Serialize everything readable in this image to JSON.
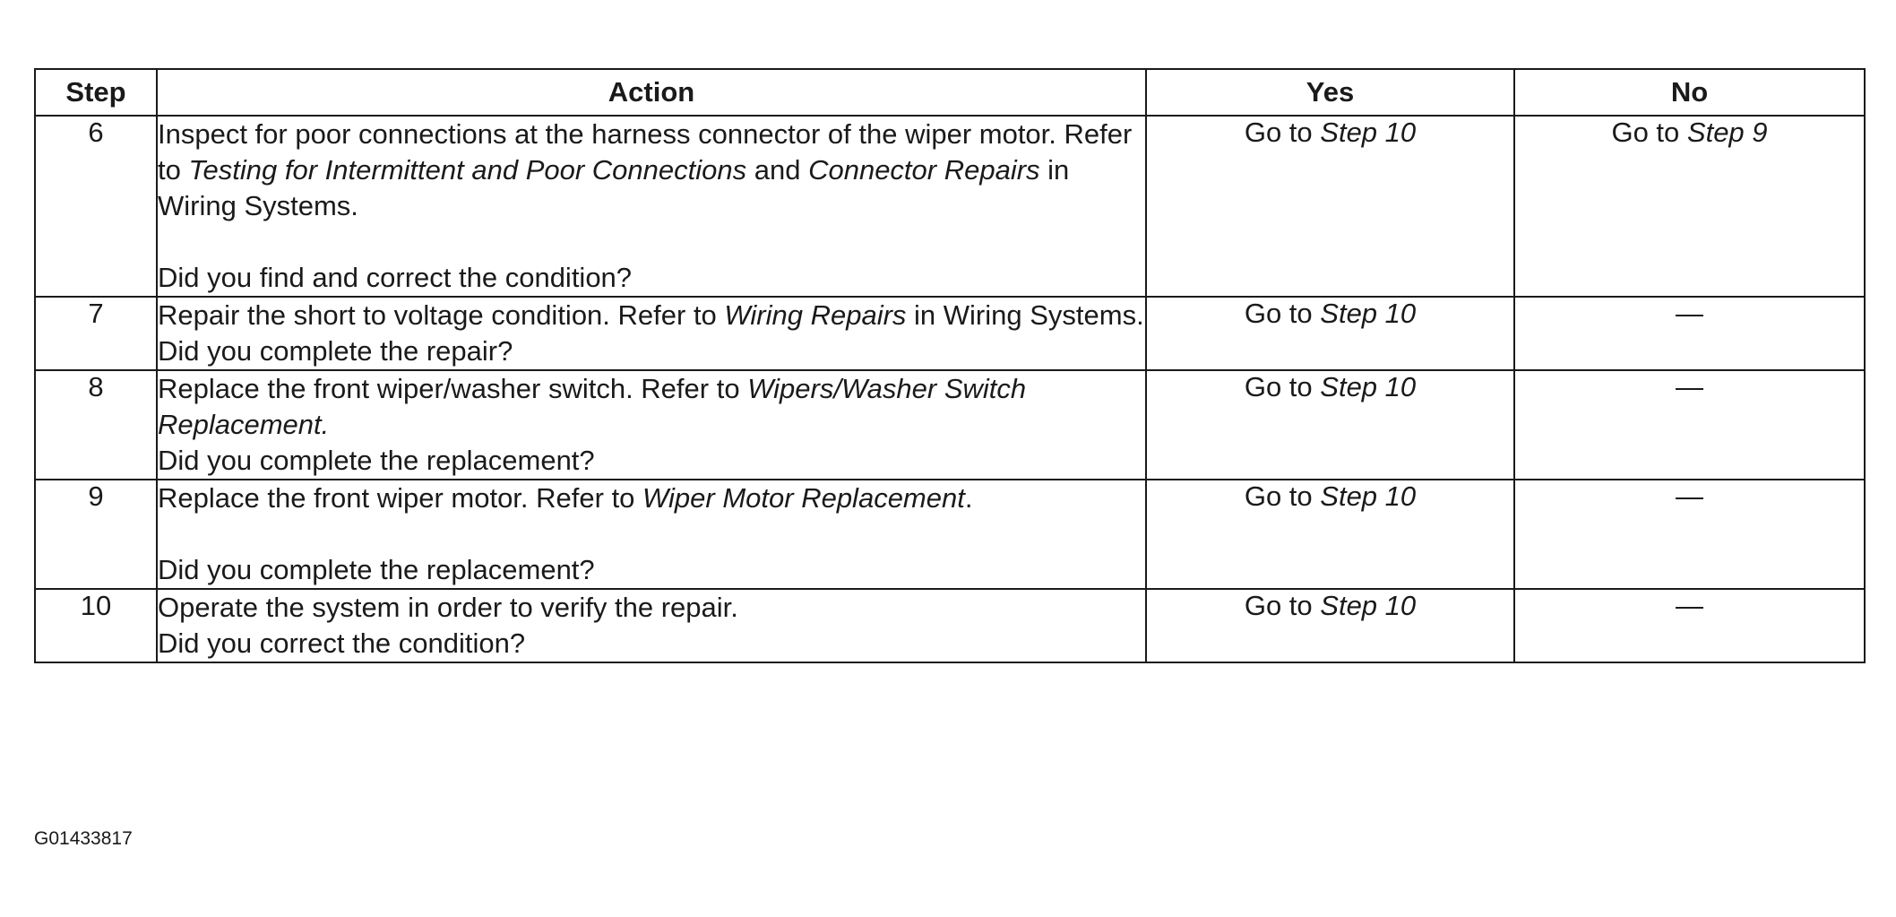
{
  "header": {
    "step": "Step",
    "action": "Action",
    "yes": "Yes",
    "no": "No"
  },
  "rows": [
    {
      "step": "6",
      "action": [
        {
          "t": "Inspect for poor connections at the harness connector of the wiper motor. Refer to "
        },
        {
          "t": "Testing for Intermittent and Poor Connections",
          "i": true
        },
        {
          "t": " and "
        },
        {
          "t": "Connector Repairs",
          "i": true
        },
        {
          "t": " in Wiring Systems."
        }
      ],
      "gap": true,
      "question": "Did you find and correct the condition?",
      "yes": {
        "prefix": "Go to ",
        "target": "Step 10"
      },
      "no": {
        "prefix": "Go to ",
        "target": "Step 9"
      }
    },
    {
      "step": "7",
      "action": [
        {
          "t": "Repair the short to voltage condition. Refer to "
        },
        {
          "t": "Wiring Repairs",
          "i": true
        },
        {
          "t": " in Wiring Systems."
        }
      ],
      "gap": false,
      "question": "Did you complete the repair?",
      "yes": {
        "prefix": "Go to ",
        "target": "Step 10"
      },
      "no_dash": "—"
    },
    {
      "step": "8",
      "action": [
        {
          "t": "Replace the front wiper/washer switch. Refer to "
        },
        {
          "t": "Wipers/Washer Switch Replacement.",
          "i": true
        }
      ],
      "gap": false,
      "question": "Did you complete the replacement?",
      "yes": {
        "prefix": "Go to ",
        "target": "Step 10"
      },
      "no_dash": "—"
    },
    {
      "step": "9",
      "action": [
        {
          "t": "Replace the front wiper motor. Refer to "
        },
        {
          "t": "Wiper Motor Replacement",
          "i": true
        },
        {
          "t": "."
        }
      ],
      "gap": true,
      "question": "Did you complete the replacement?",
      "yes": {
        "prefix": "Go to ",
        "target": "Step 10"
      },
      "no_dash": "—"
    },
    {
      "step": "10",
      "action": [
        {
          "t": "Operate the system in order to verify the repair."
        }
      ],
      "gap": false,
      "question": "Did you correct the condition?",
      "yes": {
        "prefix": "Go to ",
        "target": "Step 10"
      },
      "no_dash": "—"
    }
  ],
  "figure_id": "G01433817"
}
